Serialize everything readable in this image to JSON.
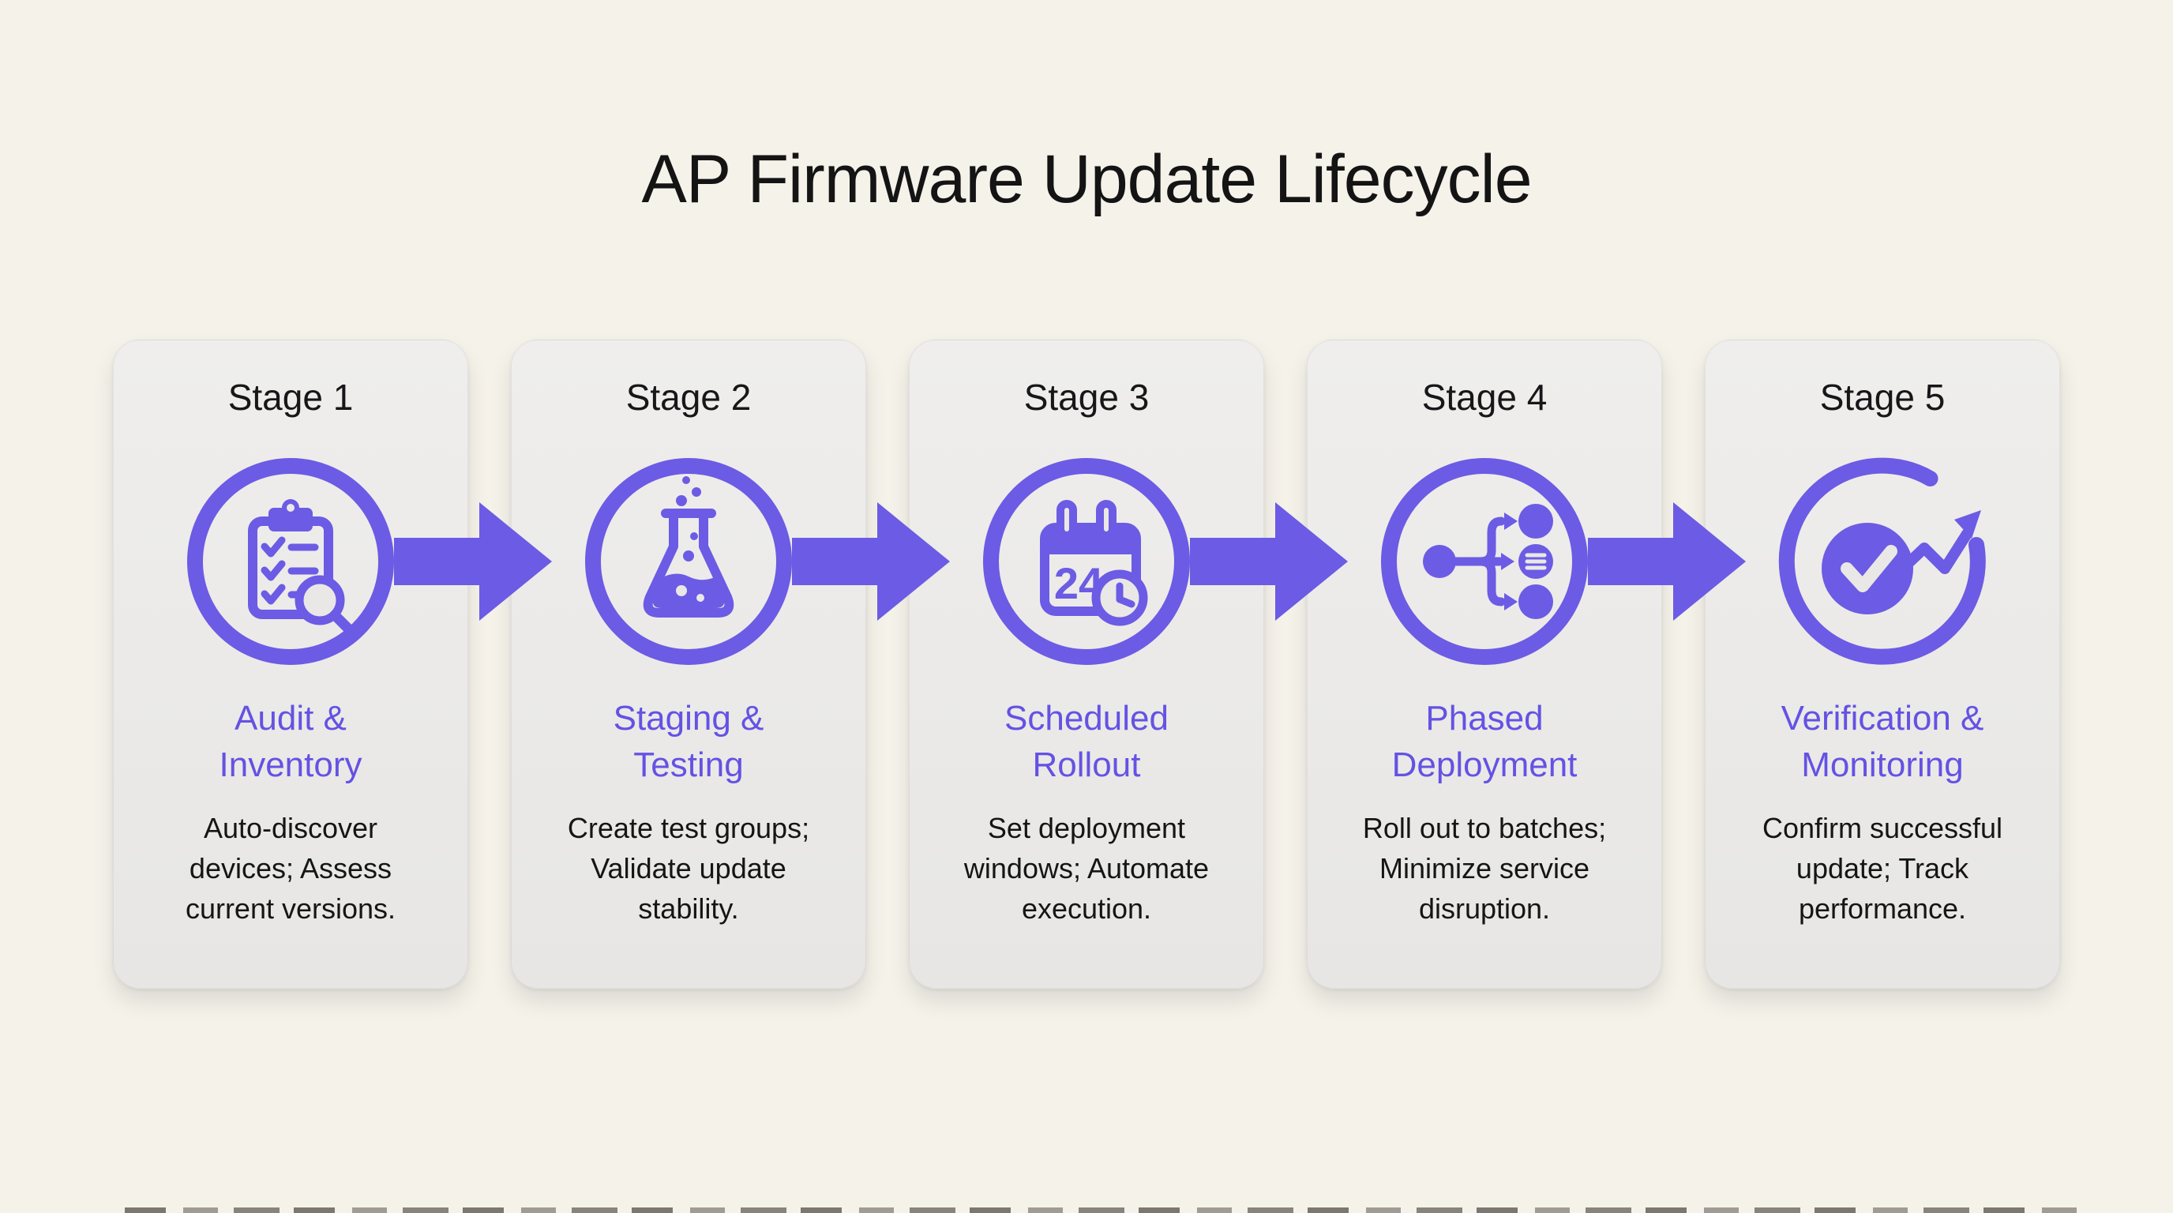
{
  "title": "AP Firmware Update Lifecycle",
  "colors": {
    "accent": "#6C5BE4",
    "heading": "#6452E4",
    "page_background": "#f5f2ea",
    "card_background": "#e9e8e6",
    "text": "#161616"
  },
  "stages": [
    {
      "stage_label": "Stage 1",
      "icon": "clipboard-checklist-magnifier-icon",
      "title": "Audit &\nInventory",
      "description": "Auto-discover\ndevices; Assess\ncurrent versions."
    },
    {
      "stage_label": "Stage 2",
      "icon": "test-flask-icon",
      "title": "Staging &\nTesting",
      "description": "Create test groups;\nValidate update\nstability."
    },
    {
      "stage_label": "Stage 3",
      "icon": "calendar-24-clock-icon",
      "title": "Scheduled\nRollout",
      "description": "Set deployment\nwindows; Automate\nexecution."
    },
    {
      "stage_label": "Stage 4",
      "icon": "branch-distribution-icon",
      "title": "Phased\nDeployment",
      "description": "Roll out to batches;\nMinimize service\ndisruption."
    },
    {
      "stage_label": "Stage 5",
      "icon": "check-trend-arrow-icon",
      "title": "Verification &\nMonitoring",
      "description": "Confirm successful\nupdate; Track\nperformance."
    }
  ]
}
